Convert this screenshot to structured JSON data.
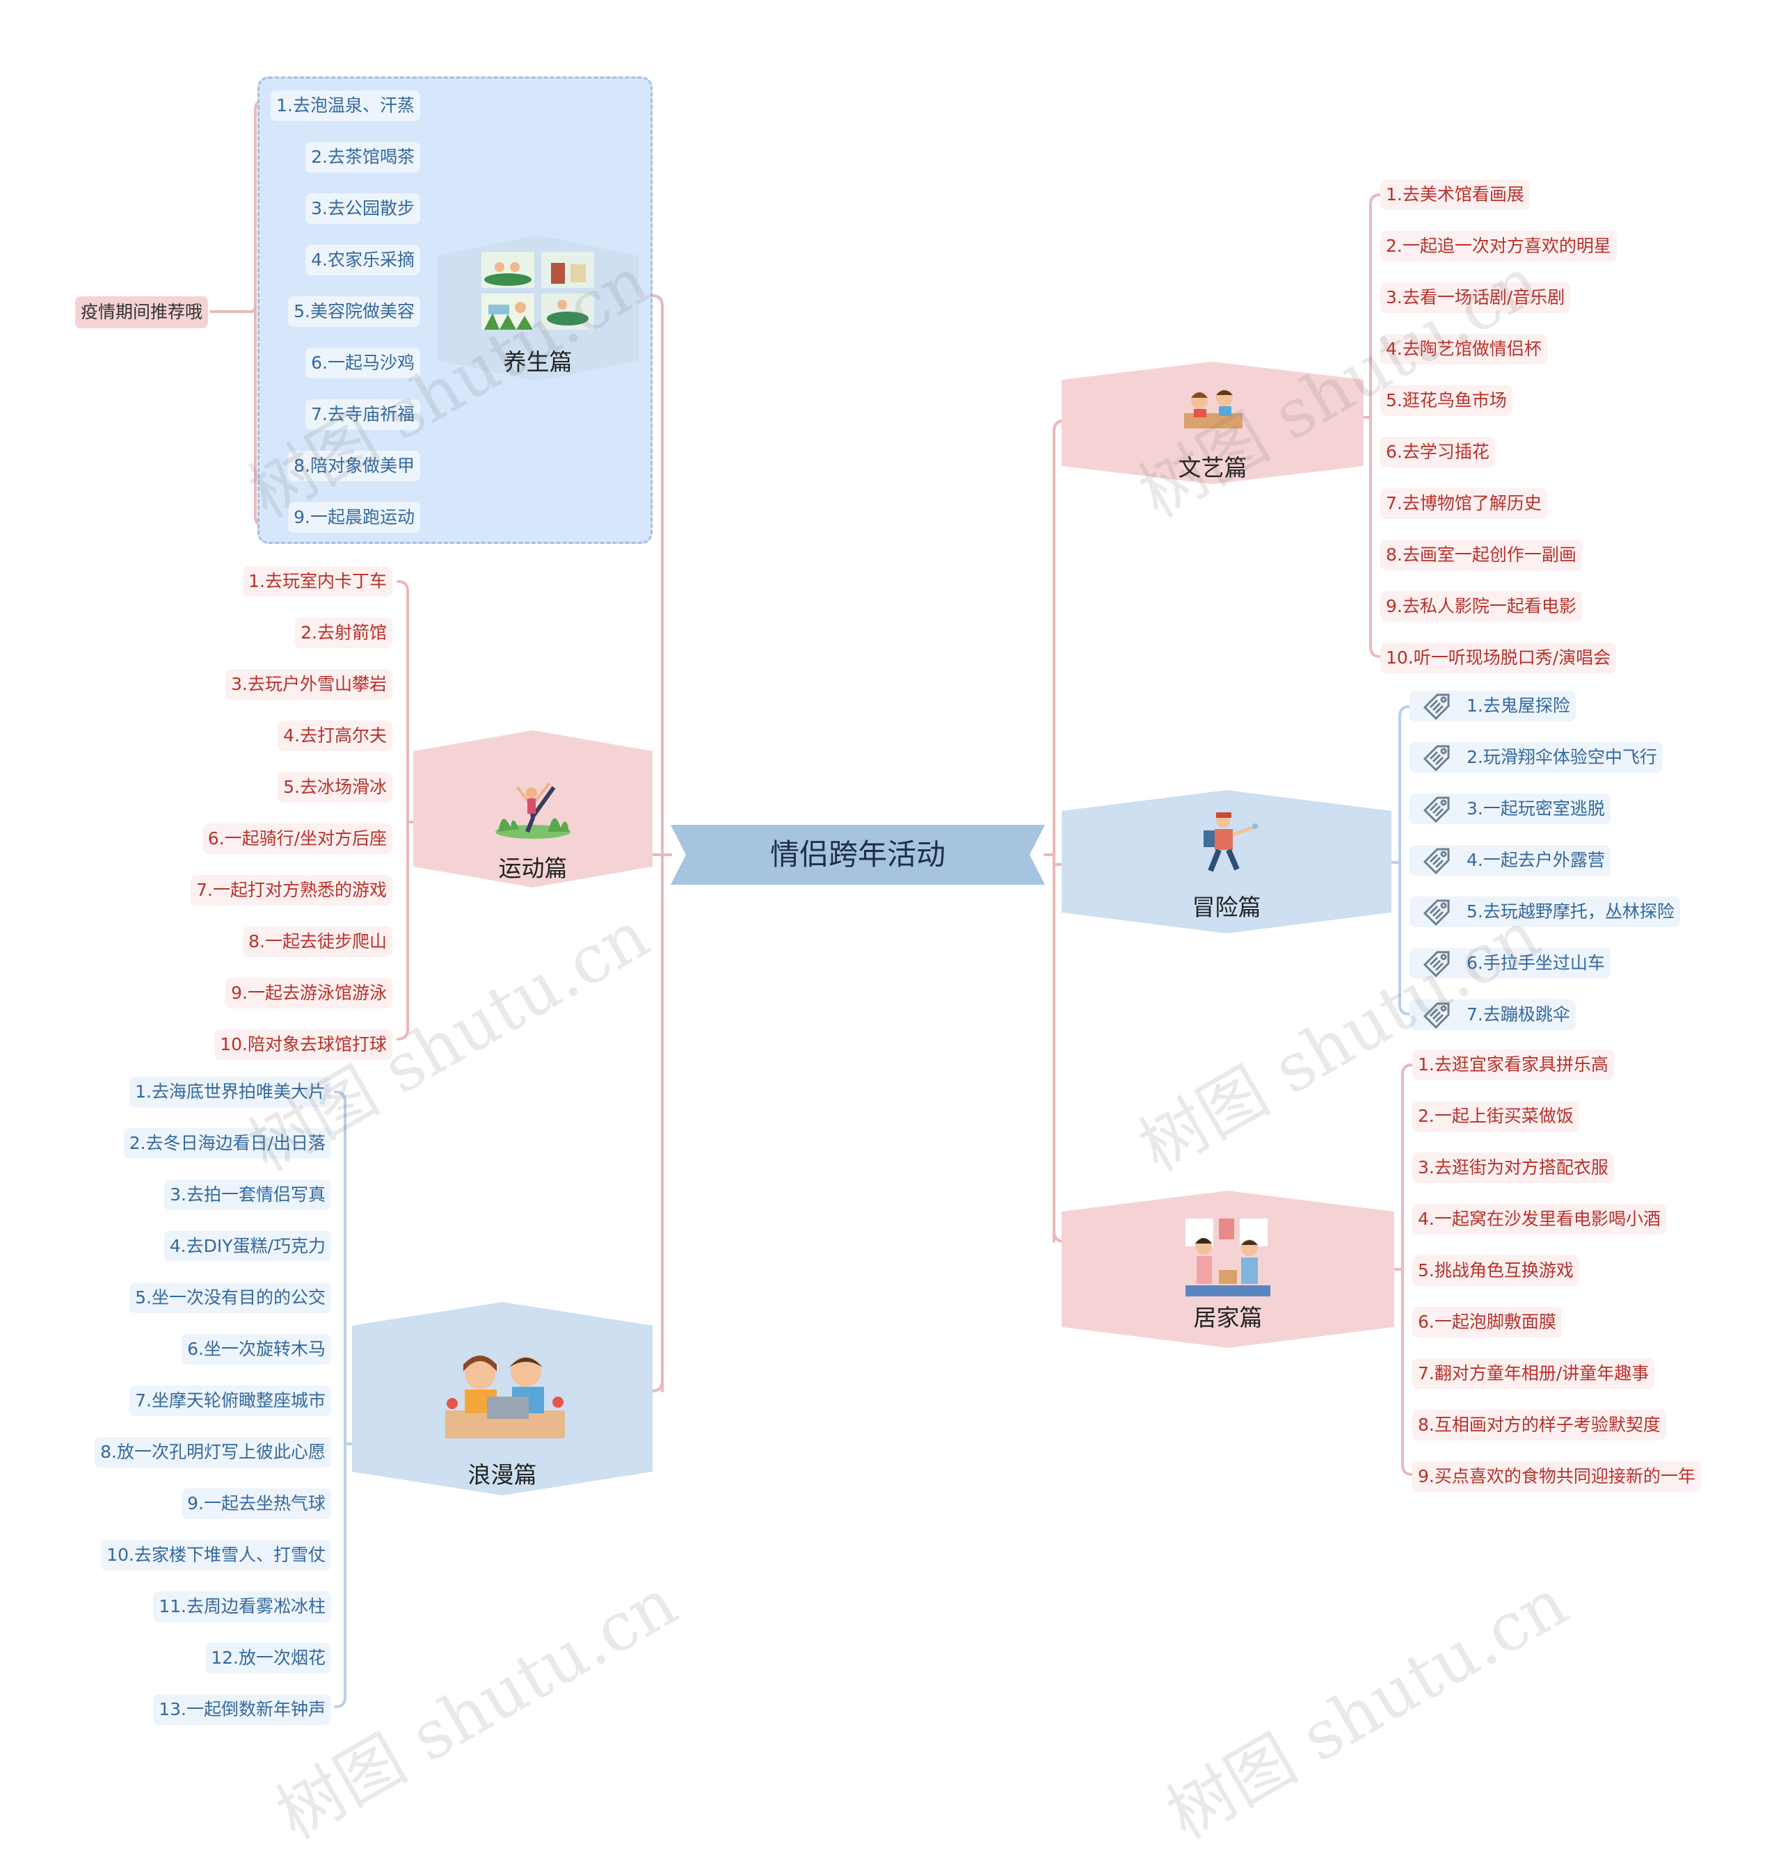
{
  "central": "情侣跨年活动",
  "note": "疫情期间推荐哦",
  "watermark": "树图 shutu.cn",
  "colors": {
    "pink": "#f5d3d4",
    "blue": "#cddff0",
    "line_pink": "#eab9bb",
    "line_blue": "#b8d0ea",
    "group_bg": "#d6e6fb"
  },
  "branches": {
    "yangsheng": {
      "title": "养生篇",
      "items": [
        "1.去泡温泉、汗蒸",
        "2.去茶馆喝茶",
        "3.去公园散步",
        "4.农家乐采摘",
        "5.美容院做美容",
        "6.一起马沙鸡",
        "7.去寺庙祈福",
        "8.陪对象做美甲",
        "9.一起晨跑运动"
      ]
    },
    "yundong": {
      "title": "运动篇",
      "items": [
        "1.去玩室内卡丁车",
        "2.去射箭馆",
        "3.去玩户外雪山攀岩",
        "4.去打高尔夫",
        "5.去冰场滑冰",
        "6.一起骑行/坐对方后座",
        "7.一起打对方熟悉的游戏",
        "8.一起去徒步爬山",
        "9.一起去游泳馆游泳",
        "10.陪对象去球馆打球"
      ]
    },
    "langman": {
      "title": "浪漫篇",
      "items": [
        "1.去海底世界拍唯美大片",
        "2.去冬日海边看日/出日落",
        "3.去拍一套情侣写真",
        "4.去DIY蛋糕/巧克力",
        "5.坐一次没有目的的公交",
        "6.坐一次旋转木马",
        "7.坐摩天轮俯瞰整座城市",
        "8.放一次孔明灯写上彼此心愿",
        "9.一起去坐热气球",
        "10.去家楼下堆雪人、打雪仗",
        "11.去周边看雾凇冰柱",
        "12.放一次烟花",
        "13.一起倒数新年钟声"
      ]
    },
    "wenyi": {
      "title": "文艺篇",
      "items": [
        "1.去美术馆看画展",
        "2.一起追一次对方喜欢的明星",
        "3.去看一场话剧/音乐剧",
        "4.去陶艺馆做情侣杯",
        "5.逛花鸟鱼市场",
        "6.去学习插花",
        "7.去博物馆了解历史",
        "8.去画室一起创作一副画",
        "9.去私人影院一起看电影",
        "10.听一听现场脱口秀/演唱会"
      ]
    },
    "maoxian": {
      "title": "冒险篇",
      "icon": "tag-icon",
      "items": [
        "1.去鬼屋探险",
        "2.玩滑翔伞体验空中飞行",
        "3.一起玩密室逃脱",
        "4.一起去户外露营",
        "5.去玩越野摩托，丛林探险",
        "6.手拉手坐过山车",
        "7.去蹦极跳伞"
      ]
    },
    "jujia": {
      "title": "居家篇",
      "items": [
        "1.去逛宜家看家具拼乐高",
        "2.一起上街买菜做饭",
        "3.去逛街为对方搭配衣服",
        "4.一起窝在沙发里看电影喝小酒",
        "5.挑战角色互换游戏",
        "6.一起泡脚敷面膜",
        "7.翻对方童年相册/讲童年趣事",
        "8.互相画对方的样子考验默契度",
        "9.买点喜欢的食物共同迎接新的一年"
      ]
    }
  }
}
